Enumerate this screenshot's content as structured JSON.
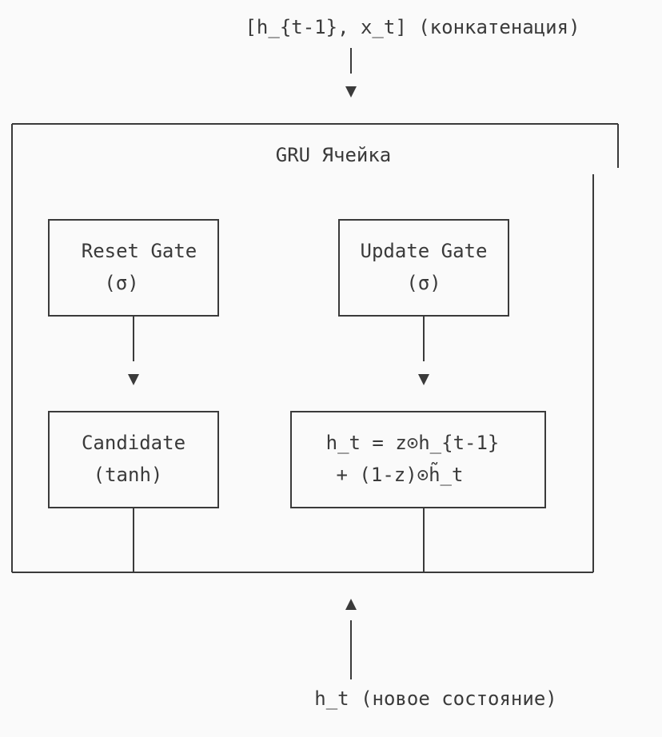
{
  "input_label": "[h_{t-1}, x_t] (конкатенация)",
  "cell_title": "GRU Ячейка",
  "reset_gate": {
    "line1": "Reset Gate",
    "line2": "(σ)"
  },
  "update_gate": {
    "line1": "Update Gate",
    "line2": "(σ)"
  },
  "candidate": {
    "line1": "Candidate",
    "line2": "(tanh)"
  },
  "output_formula": {
    "line1": "h_t = z⊙h_{t-1}",
    "line2": "+ (1-z)⊙h̃_t"
  },
  "output_label": "h_t (новое состояние)"
}
